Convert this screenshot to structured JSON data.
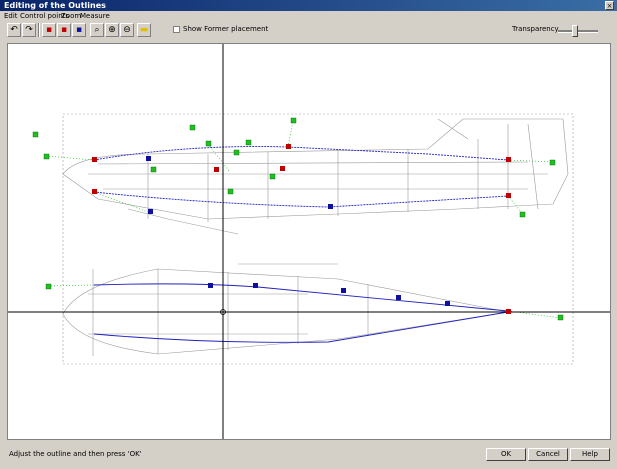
{
  "window": {
    "title": "Editing of the Outlines"
  },
  "menu": [
    {
      "label": "Edit"
    },
    {
      "label": "Control points"
    },
    {
      "label": "Zoom"
    },
    {
      "label": "Measure"
    }
  ],
  "toolbar": {
    "buttons": [
      {
        "name": "undo-button",
        "icon": "undo-icon",
        "glyph": "↶"
      },
      {
        "name": "redo-button",
        "icon": "redo-icon",
        "glyph": "↷"
      },
      {
        "name": "add-point-button",
        "icon": "add-point-icon",
        "glyph": "▪"
      },
      {
        "name": "delete-point-button",
        "icon": "delete-point-icon",
        "glyph": "▪"
      },
      {
        "name": "move-point-button",
        "icon": "move-point-icon",
        "glyph": "▪"
      },
      {
        "name": "zoom-button",
        "icon": "zoom-icon",
        "glyph": "⌕"
      },
      {
        "name": "zoom-in-button",
        "icon": "zoom-in-icon",
        "glyph": "⊕"
      },
      {
        "name": "zoom-out-button",
        "icon": "zoom-out-icon",
        "glyph": "⊖"
      },
      {
        "name": "color-button",
        "icon": "color-icon",
        "glyph": "▬"
      }
    ],
    "show_former_label": "Show Former placement",
    "show_former_checked": false,
    "transparency_label": "Transparency",
    "transparency_level": 0.4
  },
  "status_text": "Adjust the outline and then press 'OK'",
  "buttons": {
    "ok": "OK",
    "cancel": "Cancel",
    "help": "Help"
  },
  "colors": {
    "outline": "#2020c0",
    "control_point_red": "#c00000",
    "control_point_blue": "#1010a0",
    "handle_green": "#20c020",
    "guide_line": "#000000"
  }
}
